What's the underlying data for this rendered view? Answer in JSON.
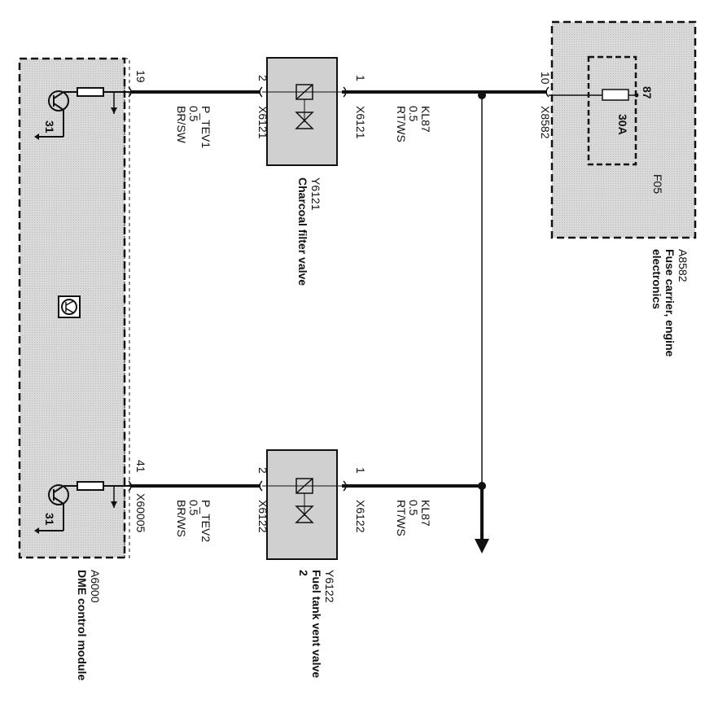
{
  "dme": {
    "id": "A6000",
    "name": "DME control module",
    "pin_top": "19",
    "pin_bottom": "41",
    "connector_bottom": "X60005",
    "ground_top": "31",
    "ground_bottom": "31"
  },
  "wire_tev1": {
    "signal": "P_TEV1",
    "gauge": "0.5",
    "color": "BR/SW"
  },
  "wire_tev2": {
    "signal": "P_TEV2",
    "gauge": "0.5",
    "color": "BR/WS"
  },
  "valve1": {
    "id": "Y6121",
    "name": "Charcoal filter valve",
    "pin_in": "2",
    "pin_out": "1",
    "connector_in": "X6121",
    "connector_out": "X6121"
  },
  "valve2": {
    "id": "Y6122",
    "name": "Fuel tank vent valve",
    "name_suffix": "2",
    "pin_in": "2",
    "pin_out": "1",
    "connector_in": "X6122",
    "connector_out": "X6122"
  },
  "wire_kl87_top": {
    "signal": "KL87",
    "gauge": "0.5",
    "color": "RT/WS"
  },
  "wire_kl87_bottom": {
    "signal": "KL87",
    "gauge": "0.5",
    "color": "RT/WS"
  },
  "fuse_carrier": {
    "id": "A8582",
    "name_line1": "Fuse carrier, engine",
    "name_line2": "electronics",
    "pin": "10",
    "connector": "X8582",
    "fuse_id": "F05",
    "fuse_rating": "30A",
    "fuse_terminal": "87"
  }
}
